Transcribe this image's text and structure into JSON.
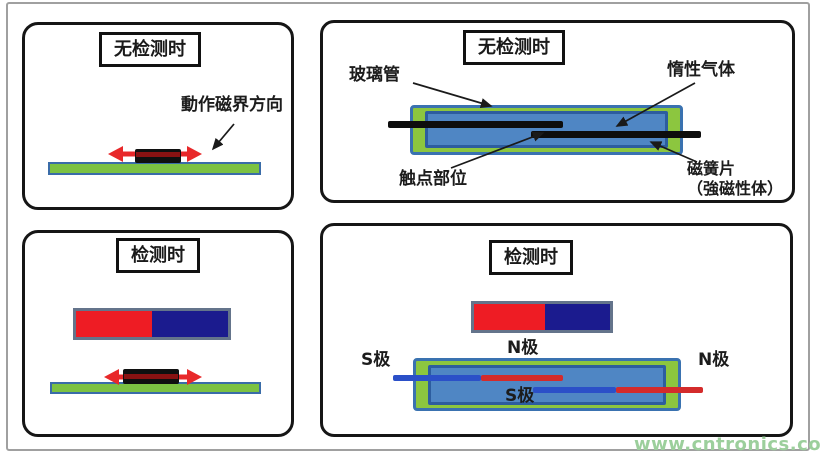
{
  "watermark": {
    "text": "www.cntronics.com",
    "color": "#9ccf9c"
  },
  "colors": {
    "strip_green": "#7cc242",
    "strip_border": "#3a6ca8",
    "tube_green": "#8cc63f",
    "tube_border": "#3a72b0",
    "tube_inner_blue": "#4f86c4",
    "tube_inner_border": "#2d5d9f",
    "magnet_red": "#ee1c24",
    "magnet_blue": "#1b1b8e",
    "magnet_border": "#64748b",
    "arrow_red": "#e8282a",
    "reed_blue": "#2b50c8",
    "reed_red": "#d42b2b",
    "rod_black": "#0d0d0d",
    "bar_stripe_dark_red": "#8a1212"
  },
  "panels": {
    "no_detect_side": {
      "title": "无检测时",
      "field_direction_label": "動作磁界方向"
    },
    "no_detect_structure": {
      "title": "无检测时",
      "glass_tube_label": "玻璃管",
      "inert_gas_label": "惰性气体",
      "contact_label": "触点部位",
      "reed_label_line1": "磁簧片",
      "reed_label_line2": "（強磁性体）"
    },
    "detect_side": {
      "title": "检测时"
    },
    "detect_structure": {
      "title": "检测时",
      "s_pole_left": "S极",
      "n_pole_center": "N极",
      "n_pole_right": "N极",
      "s_pole_inner": "S极"
    }
  }
}
